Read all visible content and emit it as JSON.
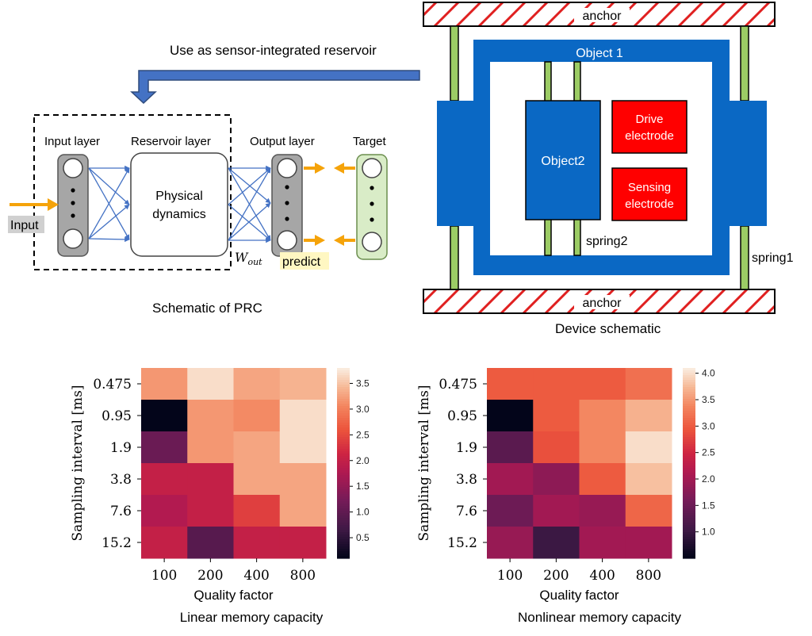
{
  "prc": {
    "top_caption": "Use as sensor-integrated reservoir",
    "input_layer_label": "Input layer",
    "reservoir_layer_label": "Reservoir layer",
    "reservoir_text_line1": "Physical",
    "reservoir_text_line2": "dynamics",
    "output_layer_label": "Output layer",
    "target_label": "Target",
    "input_label": "Input",
    "predict_label": "predict",
    "wout_label": "W",
    "wout_sub": "out",
    "caption": "Schematic of PRC"
  },
  "device": {
    "anchor_top": "anchor",
    "anchor_bottom": "anchor",
    "object1": "Object 1",
    "object2": "Object2",
    "drive_line1": "Drive",
    "drive_line2": "electrode",
    "sensing_line1": "Sensing",
    "sensing_line2": "electrode",
    "spring1": "spring1",
    "spring2": "spring2",
    "caption": "Device schematic"
  },
  "colors": {
    "blue": "#0a68c4",
    "red": "#ff0000",
    "spring_green": "#9ccc65",
    "hatch_red": "#e02020",
    "arrow_orange": "#f5a30a",
    "net_blue": "#4472c4",
    "arrow_fill": "#4472c4",
    "arrow_edge": "#2f4b7c",
    "target_green": "#d9ecc7",
    "layer_gray": "#a6a6a6",
    "predict_bg": "#fff7c2",
    "input_bg": "#d0d0d0"
  },
  "chart_data": [
    {
      "type": "heatmap",
      "title": "Linear memory capacity",
      "xlabel": "Quality factor",
      "ylabel": "Sampling interval [ms]",
      "x_categories": [
        "100",
        "200",
        "400",
        "800"
      ],
      "y_categories": [
        "0.475",
        "0.95",
        "1.9",
        "3.8",
        "7.6",
        "15.2"
      ],
      "values": [
        [
          3.2,
          3.7,
          3.3,
          3.4
        ],
        [
          0.1,
          3.2,
          3.1,
          3.7
        ],
        [
          1.1,
          3.2,
          3.3,
          3.7
        ],
        [
          2.0,
          2.0,
          3.3,
          3.3
        ],
        [
          1.8,
          2.0,
          2.4,
          3.3
        ],
        [
          2.0,
          0.9,
          2.0,
          2.0
        ]
      ],
      "vmin": 0.1,
      "vmax": 3.8,
      "colorbar_ticks": [
        0.5,
        1.0,
        1.5,
        2.0,
        2.5,
        3.0,
        3.5
      ],
      "colorbar_tick_labels": [
        "0.5",
        "1.0",
        "1.5",
        "2.0",
        "2.5",
        "3.0",
        "3.5"
      ],
      "colormap": "rocket"
    },
    {
      "type": "heatmap",
      "title": "Nonlinear memory capacity",
      "xlabel": "Quality factor",
      "ylabel": "Sampling interval [ms]",
      "x_categories": [
        "100",
        "200",
        "400",
        "800"
      ],
      "y_categories": [
        "0.475",
        "0.95",
        "1.9",
        "3.8",
        "7.6",
        "15.2"
      ],
      "values": [
        [
          3.0,
          3.0,
          3.0,
          3.2
        ],
        [
          0.5,
          3.0,
          3.4,
          3.7
        ],
        [
          1.3,
          2.9,
          3.4,
          4.0
        ],
        [
          2.0,
          1.8,
          3.0,
          3.8
        ],
        [
          1.5,
          2.0,
          1.9,
          3.1
        ],
        [
          1.9,
          1.0,
          2.0,
          2.0
        ]
      ],
      "vmin": 0.5,
      "vmax": 4.1,
      "colorbar_ticks": [
        1.0,
        1.5,
        2.0,
        2.5,
        3.0,
        3.5,
        4.0
      ],
      "colorbar_tick_labels": [
        "1.0",
        "1.5",
        "2.0",
        "2.5",
        "3.0",
        "3.5",
        "4.0"
      ],
      "colormap": "rocket"
    }
  ]
}
